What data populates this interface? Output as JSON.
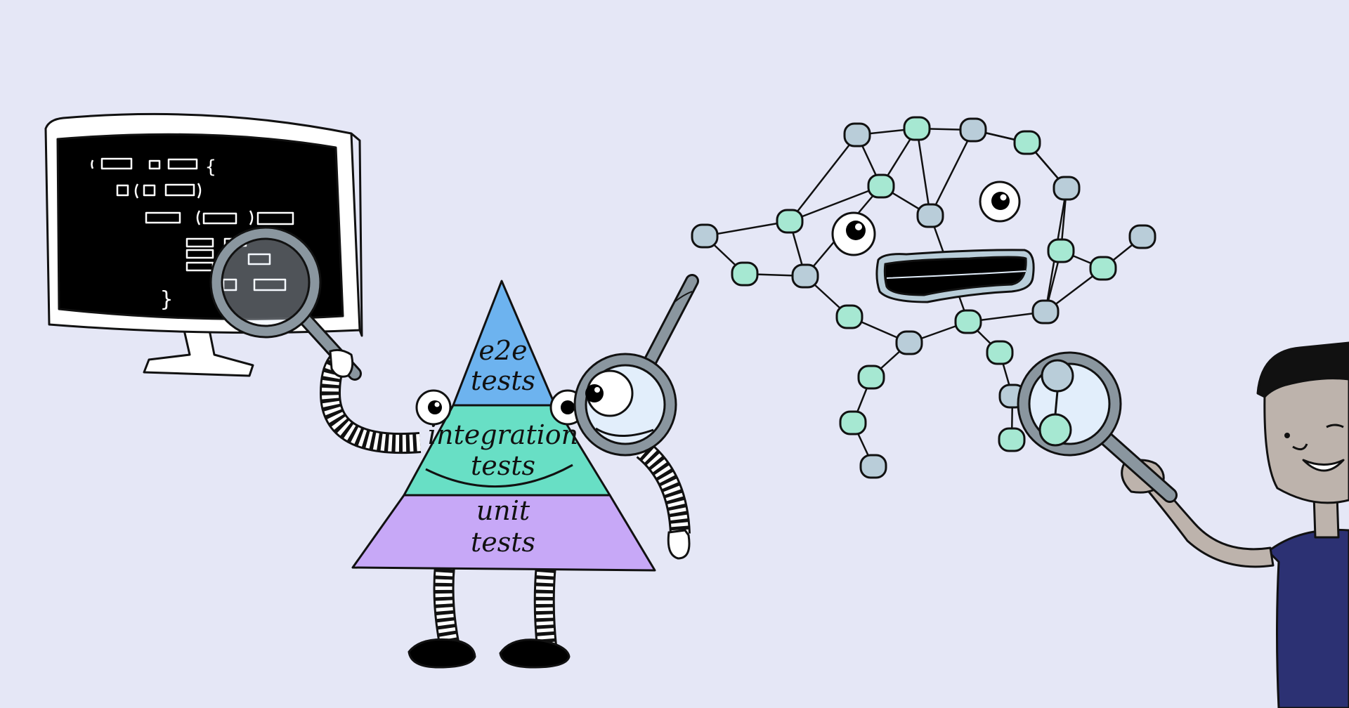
{
  "illustration": {
    "theme": "testing-pyramid-illustration",
    "colors": {
      "background": "#e5e7f6",
      "outline": "#111111",
      "e2e_tier": "#6db3ef",
      "integration_tier": "#68dfc5",
      "unit_tier": "#c7a8f7",
      "node_green": "#a6e8d2",
      "node_blue": "#b9cdd9",
      "lens": "#e2eefb",
      "lens_rim": "#8a969f",
      "person_skin": "#bdb3ac",
      "person_shirt": "#2c3173"
    }
  },
  "pyramid": {
    "tiers": [
      {
        "key": "e2e",
        "line1": "e2e",
        "line2": "tests"
      },
      {
        "key": "integration",
        "line1": "integration",
        "line2": "tests"
      },
      {
        "key": "unit",
        "line1": "unit",
        "line2": "tests"
      }
    ]
  },
  "monitor": {
    "code_glyphs": {
      "open": "{",
      "close": "}"
    }
  },
  "icons": [
    "monitor-icon",
    "magnifying-glass-icon",
    "network-graph-icon",
    "person-icon"
  ]
}
